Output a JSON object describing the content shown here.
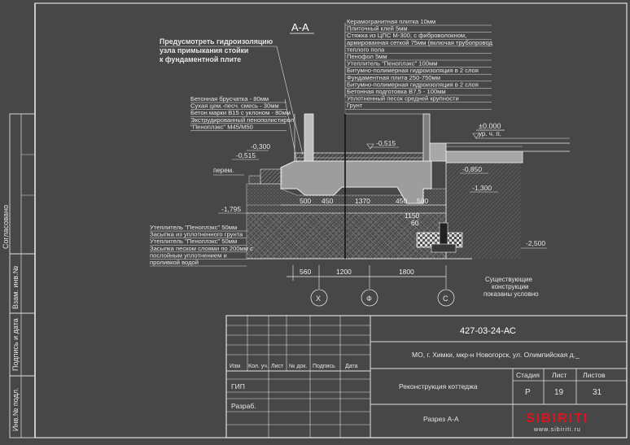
{
  "section": {
    "title": "А-А",
    "note_waterproofing": [
      "Предусмотреть гидроизоляцию",
      "узла примыкания стойки",
      "к фундаментной плите"
    ],
    "note_existing": [
      "Существующие",
      "конструкции",
      "показаны условно"
    ]
  },
  "layers_floor": [
    "Керамогранитная плитка  10мм",
    "Плиточный клей  5мм",
    "Стяжка из ЦПС М-300, с фиброволокном,",
    "армированная сеткой  75мм (включая трубопровод",
    "теплого пола",
    "Пенофол 5мм",
    "Утеплитель \"Пеноплэкс\" 100мм",
    "Битумно-полимерная гидроизоляция в 2 слоя",
    "Фундаментная плита  250-750мм",
    "Битумно-полимерная гидроизоляция в 2 слоя",
    "Бетонная подготовка В7,5 - 100мм",
    "Уплотненный песок средней крупности",
    "Грунт"
  ],
  "layers_paving": [
    "Бетонная брусчатка - 80мм",
    "Сухая цем.-песч. смесь - 30мм",
    "Бетон марки В15 с уклоном - 80мм",
    "Экструдированный пенополистирол",
    "\"Пеноплэкс\" М45/М50"
  ],
  "layers_bottom": [
    "Утеплитель \"Пеноплэкс\" 50мм",
    "Засыпка из уплотненного грунта",
    "Утеплитель \"Пеноплэкс\" 50мм",
    "Засыпка песком слоями по 200мм с",
    "послойным уплотнением и",
    "проливкой водой"
  ],
  "levels": {
    "zero": "±0.000",
    "zero_sub": "ур. ч. п.",
    "l_0300": "-0,300",
    "l_0515a": "-0,515",
    "l_0515b": "-0,515",
    "l_0850": "-0,850",
    "l_1300": "-1,300",
    "l_1795": "-1,795",
    "l_2500": "-2,500",
    "perem": "перем."
  },
  "dims": {
    "d500a": "500",
    "d450a": "450",
    "d1370": "1370",
    "d450b": "450",
    "d500b": "500",
    "d1150": "1150",
    "d60": "60",
    "d560": "560",
    "d1200": "1200",
    "d1800": "1800"
  },
  "axes": [
    "Х",
    "Ф",
    "С"
  ],
  "side_stamp": {
    "agreed": "Согласовано",
    "inv_replace": "Взам. инв.№",
    "sign_date": "Подпись и дата",
    "inv_orig": "Инв.№ подл."
  },
  "title_block": {
    "code": "427-03-24-АС",
    "address": "МО, г. Химки, мкр-н Новогорск, ул. Олимпийская д._",
    "project": "Реконструкция коттеджа",
    "sheet_title": "Разрез А-А",
    "col_headers": [
      "Изм",
      "Кол. уч.",
      "Лист",
      "№ док.",
      "Подпись",
      "Дата"
    ],
    "role_gip": "ГИП",
    "role_dev": "Разраб.",
    "stage_label": "Стадия",
    "stage_value": "Р",
    "sheet_label": "Лист",
    "sheet_value": "19",
    "sheets_label": "Листов",
    "sheets_value": "31",
    "logo": "SIBIRITI",
    "logo_url": "www.sibiriti.ru"
  },
  "colors": {
    "background": "#474747",
    "lines": "#e0e0e0",
    "logo": "#e0141e"
  }
}
